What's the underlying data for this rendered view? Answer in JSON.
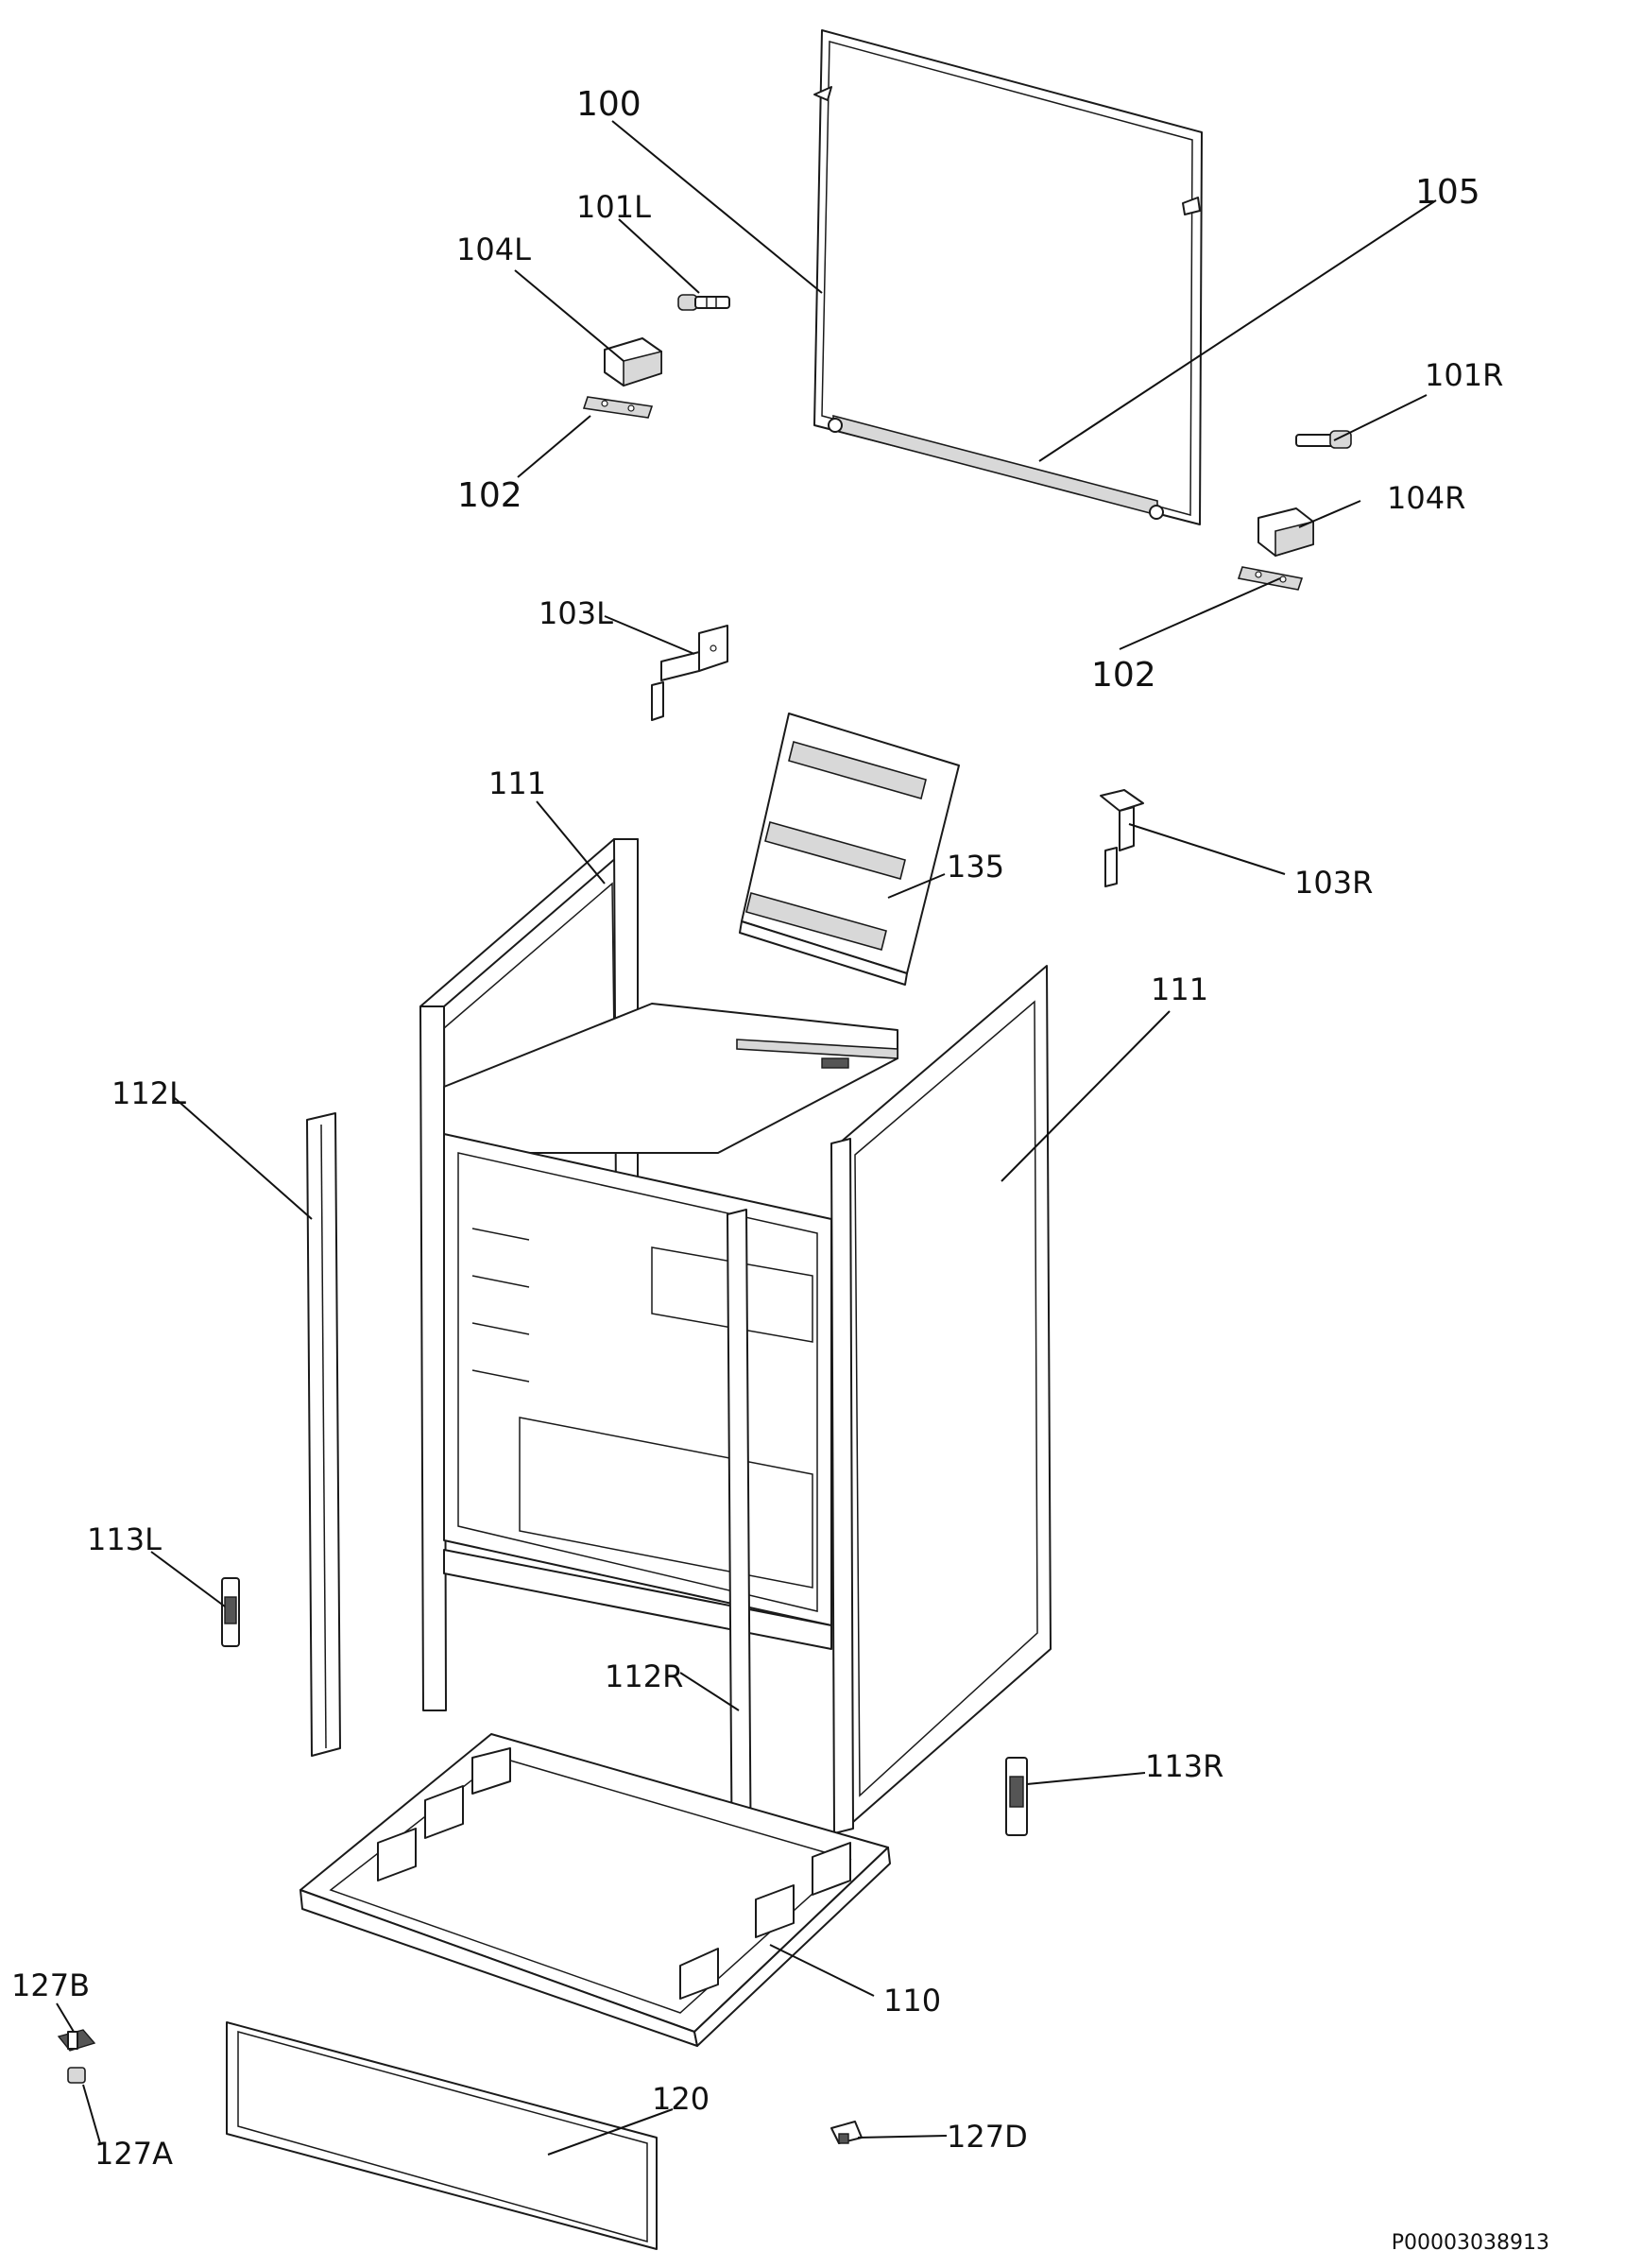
{
  "labels": {
    "l100": "100",
    "l101L": "101L",
    "l104L": "104L",
    "l102a": "102",
    "l105": "105",
    "l101R": "101R",
    "l104R": "104R",
    "l102b": "102",
    "l103L": "103L",
    "l111a": "111",
    "l135": "135",
    "l103R": "103R",
    "l111b": "111",
    "l112L": "112L",
    "l113L": "113L",
    "l112R": "112R",
    "l113R": "113R",
    "l110": "110",
    "l127B": "127B",
    "l127A": "127A",
    "l120": "120",
    "l127D": "127D"
  },
  "drawing_code": "P00003038913"
}
